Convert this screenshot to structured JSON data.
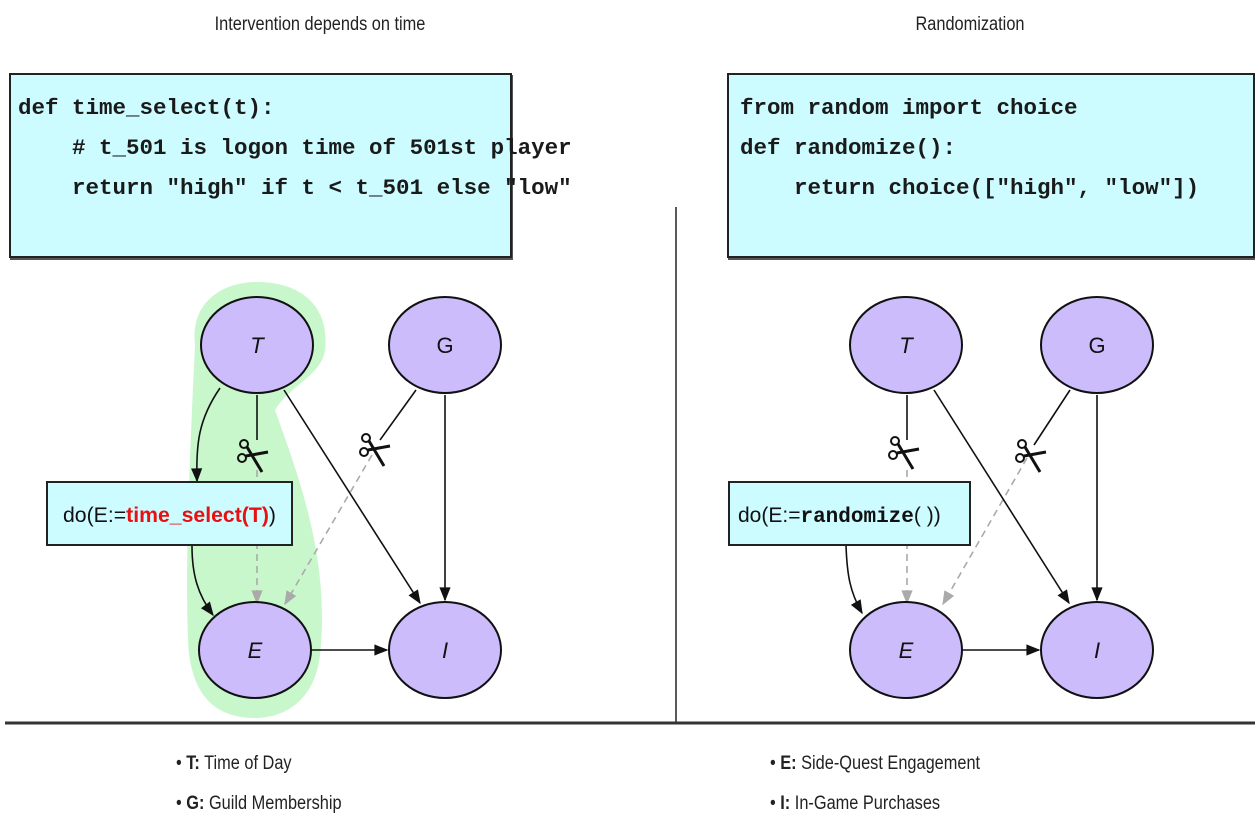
{
  "panels": {
    "left": {
      "title": "Intervention depends on time",
      "code": [
        "def time_select(t):",
        "    # t_501 is logon time of 501st player",
        "    return \"high\" if t < t_501 else \"low\""
      ],
      "intervention": {
        "prefix": "do(E:=",
        "function": "time_select(T)",
        "suffix": ")"
      }
    },
    "right": {
      "title": "Randomization",
      "code": [
        "from random import choice",
        "def randomize():",
        "    return choice([\"high\", \"low\"])"
      ],
      "intervention": {
        "prefix": "do(E:=",
        "function": "randomize",
        "suffix": "( ))"
      }
    }
  },
  "nodes": {
    "T": "T",
    "G": "G",
    "E": "E",
    "I": "I"
  },
  "edges": [
    {
      "from": "T",
      "to": "E",
      "status": "cut"
    },
    {
      "from": "G",
      "to": "E",
      "status": "cut"
    },
    {
      "from": "T",
      "to": "I",
      "status": "active"
    },
    {
      "from": "G",
      "to": "I",
      "status": "active"
    },
    {
      "from": "E",
      "to": "I",
      "status": "active"
    }
  ],
  "legend": [
    {
      "key": "T:",
      "label": " Time of Day"
    },
    {
      "key": "G:",
      "label": " Guild Membership"
    },
    {
      "key": "E:",
      "label": " Side-Quest Engagement"
    },
    {
      "key": "I:",
      "label": " In-Game Purchases"
    }
  ],
  "colors": {
    "node_fill": "#cdbcfc",
    "code_bg": "#ccfcff",
    "highlight": "#c9f7cc",
    "intervention_text": "#e81010",
    "cut_edge": "#aaaaaa"
  }
}
